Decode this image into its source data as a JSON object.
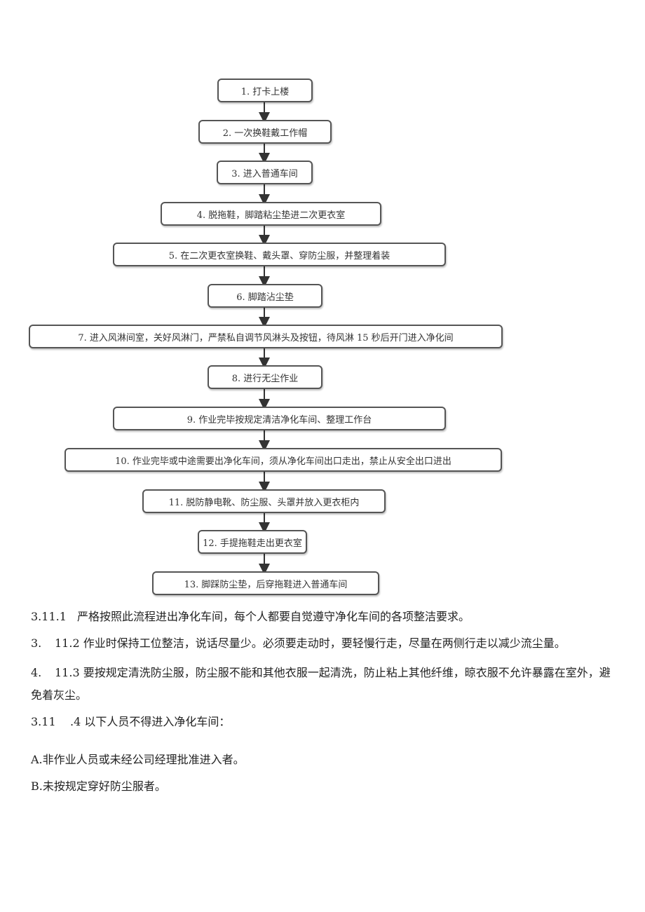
{
  "flowchart": {
    "steps": [
      "1. 打卡上楼",
      "2. 一次换鞋戴工作帽",
      "3. 进入普通车间",
      "4. 脱拖鞋，脚踏粘尘垫进二次更衣室",
      "5. 在二次更衣室换鞋、戴头罩、穿防尘服，并整理着装",
      "6. 脚踏沾尘垫",
      "7. 进入风淋间室，关好风淋门，严禁私自调节风淋头及按钮，待风淋 15 秒后开门进入净化间",
      "8. 进行无尘作业",
      "9. 作业完毕按规定清洁净化车间、整理工作台",
      "10. 作业完毕或中途需要出净化车间，须从净化车间出口走出，禁止从安全出口进出",
      "11. 脱防静电靴、防尘服、头罩并放入更衣柜内",
      "12. 手提拖鞋走出更衣室",
      "13. 脚踩防尘垫，后穿拖鞋进入普通车间"
    ]
  },
  "paragraphs": [
    {
      "num": "3.11.1",
      "text": "严格按照此流程进出净化车间，每个人都要自觉遵守净化车间的各项整洁要求。"
    },
    {
      "num": "3.",
      "text": "11.2 作业时保持工位整洁，说话尽量少。必须要走动时，要轻慢行走，尽量在两侧行走以减少流尘量。"
    },
    {
      "num": "4.",
      "text": "11.3 要按规定清洗防尘服，防尘服不能和其他衣服一起清洗，防止粘上其他纤维，晾衣服不允许暴露在室外，避免着灰尘。"
    },
    {
      "num": "3.11",
      "text": ".4 以下人员不得进入净化车间："
    },
    {
      "num": "",
      "text": "A.非作业人员或未经公司经理批准进入者。"
    },
    {
      "num": "",
      "text": "B.未按规定穿好防尘服者。"
    }
  ]
}
